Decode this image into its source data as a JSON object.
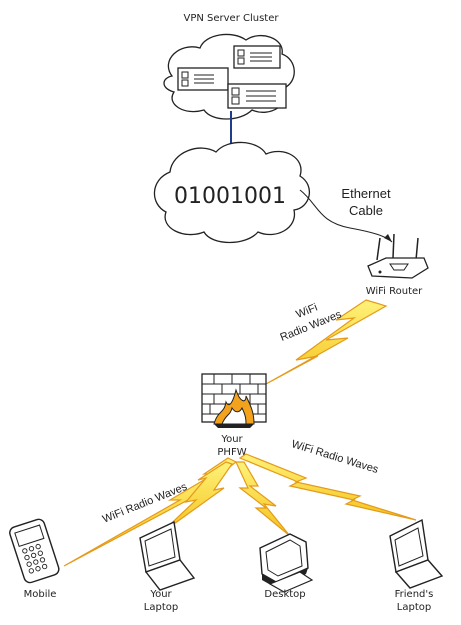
{
  "title": "VPN Server Cluster",
  "cloud_binary": "01001001",
  "ethernet_label_line1": "Ethernet",
  "ethernet_label_line2": "Cable",
  "router_label": "WiFi Router",
  "wifi_upper_line1": "WiFi",
  "wifi_upper_line2": "Radio Waves",
  "firewall_label_line1": "Your",
  "firewall_label_line2": "PHFW",
  "wifi_left_label": "WiFi Radio Waves",
  "wifi_right_label": "WiFi Radio Waves",
  "devices": {
    "mobile": "Mobile",
    "laptop_line1": "Your",
    "laptop_line2": "Laptop",
    "desktop": "Desktop",
    "friend_line1": "Friend's",
    "friend_line2": "Laptop"
  },
  "colors": {
    "bolt_fill": "#f5d222",
    "bolt_stroke": "#e59a1a",
    "vpn_link": "#1f3c8f",
    "fire": "#f2a21c",
    "line": "#222222"
  }
}
